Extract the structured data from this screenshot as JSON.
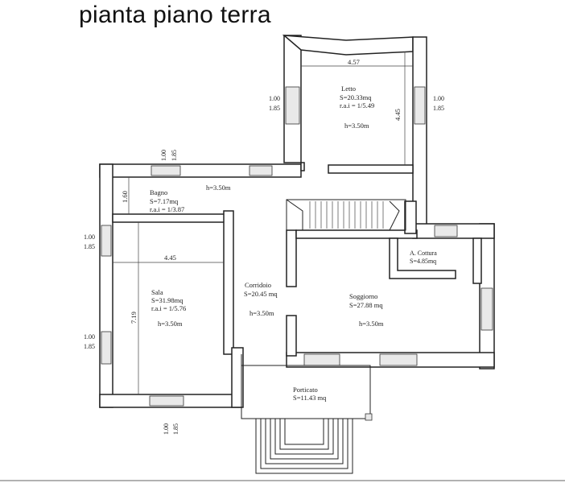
{
  "title": "pianta piano terra",
  "rooms": [
    {
      "id": "letto",
      "name": "Letto",
      "area": "S=20.33mq",
      "rai": "r.a.i = 1/5.49",
      "height": "h=3.50m"
    },
    {
      "id": "bagno",
      "name": "Bagno",
      "area": "S=7.17mq",
      "rai": "r.a.i = 1/3.87",
      "height": "h=3.50m"
    },
    {
      "id": "sala",
      "name": "Sala",
      "area": "S=31.98mq",
      "rai": "r.a.i = 1/5.76",
      "height": "h=3.50m"
    },
    {
      "id": "corridoio",
      "name": "Corridoio",
      "area": "S=20.45 mq",
      "height": "h=3.50m"
    },
    {
      "id": "soggiorno",
      "name": "Soggiorno",
      "area": "S=27.88 mq",
      "height": "h=3.50m"
    },
    {
      "id": "cottura",
      "name": "A. Cottura",
      "area": "S=4.85mq"
    },
    {
      "id": "porticato",
      "name": "Porticato",
      "area": "S=11.43 mq"
    }
  ],
  "dimensions": {
    "letto_width": "4.57",
    "letto_depth": "4.45",
    "bagno_depth": "1.60",
    "sala_width": "4.45",
    "sala_depth": "7.19"
  },
  "window_labels": [
    {
      "id": "letto-left",
      "top": "1.00",
      "bottom": "1.85"
    },
    {
      "id": "letto-right",
      "top": "1.00",
      "bottom": "1.85"
    },
    {
      "id": "bagno-top",
      "top": "1.00",
      "bottom": "1.85"
    },
    {
      "id": "sala-upper",
      "top": "1.00",
      "bottom": "1.85"
    },
    {
      "id": "sala-lower",
      "top": "1.00",
      "bottom": "1.85"
    },
    {
      "id": "sala-bottom",
      "top": "1.00",
      "bottom": "1.85"
    }
  ]
}
